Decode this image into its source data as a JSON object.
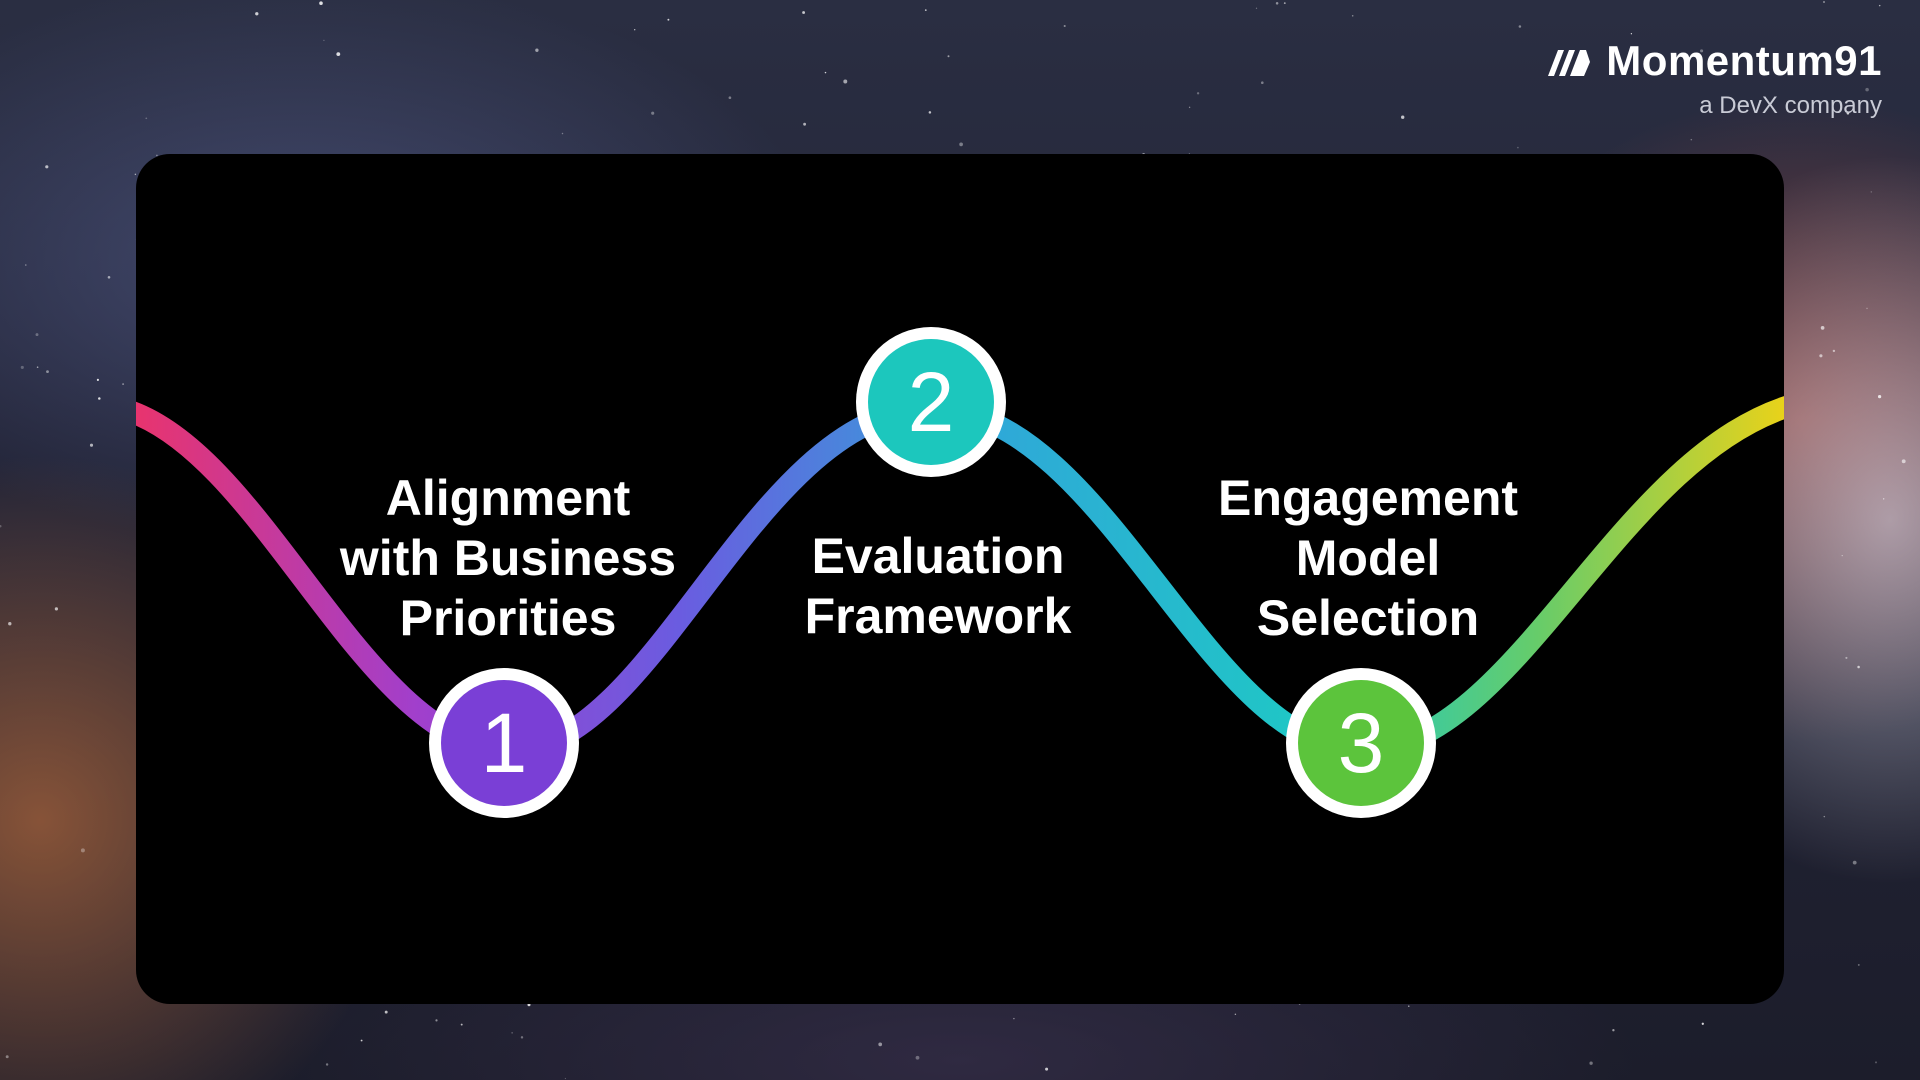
{
  "brand": {
    "name": "Momentum91",
    "tagline": "a DevX company",
    "logo_icon": "momentum91-logo-icon"
  },
  "steps": [
    {
      "number": "1",
      "label_lines": [
        "Alignment",
        "with Business",
        "Priorities"
      ],
      "color": "#7a3fd6"
    },
    {
      "number": "2",
      "label_lines": [
        "Evaluation",
        "Framework"
      ],
      "color": "#1cc7bd"
    },
    {
      "number": "3",
      "label_lines": [
        "Engagement",
        "Model",
        "Selection"
      ],
      "color": "#5cc43c"
    }
  ],
  "wave_gradient": [
    "#e8346e",
    "#a13fcc",
    "#6a5ce0",
    "#2fa8d8",
    "#1ec9c4",
    "#66cc6a",
    "#e8d21a"
  ]
}
